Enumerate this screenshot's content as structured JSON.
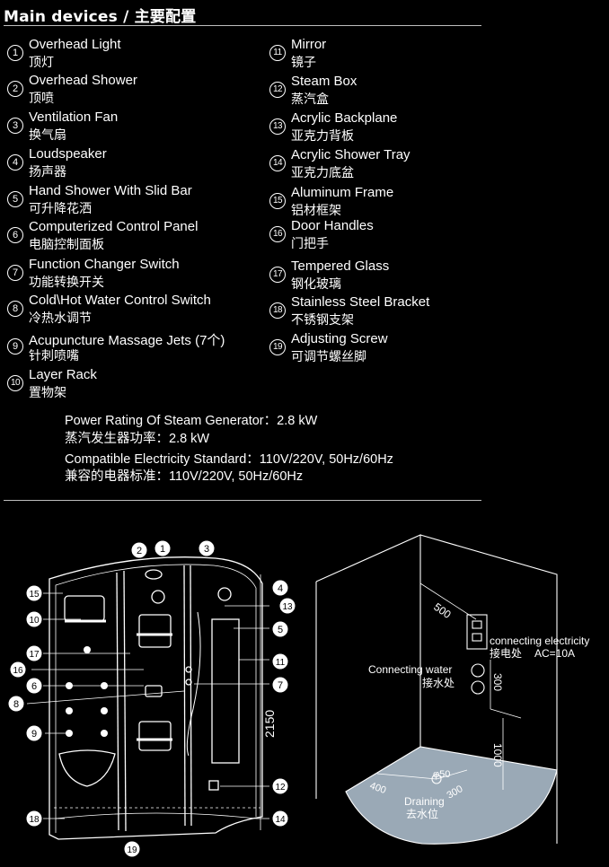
{
  "title": "Main devices / 主要配置",
  "devices": [
    {
      "num": "1",
      "en": "Overhead Light",
      "zh": "顶灯"
    },
    {
      "num": "2",
      "en": "Overhead Shower",
      "zh": "顶喷"
    },
    {
      "num": "3",
      "en": "Ventilation Fan",
      "zh": "换气扇"
    },
    {
      "num": "4",
      "en": "Loudspeaker",
      "zh": "扬声器"
    },
    {
      "num": "5",
      "en": "Hand Shower With Slid Bar",
      "zh": "可升降花洒"
    },
    {
      "num": "6",
      "en": "Computerized Control Panel",
      "zh": "电脑控制面板"
    },
    {
      "num": "7",
      "en": "Function Changer Switch",
      "zh": "功能转换开关"
    },
    {
      "num": "8",
      "en": "Cold\\Hot Water Control Switch",
      "zh": "冷热水调节"
    },
    {
      "num": "9",
      "en": "Acupuncture Massage Jets (7个)",
      "zh": "针刺喷嘴"
    },
    {
      "num": "10",
      "en": "Layer Rack",
      "zh": "置物架"
    },
    {
      "num": "11",
      "en": "Mirror",
      "zh": "镜子"
    },
    {
      "num": "12",
      "en": "Steam Box",
      "zh": "蒸汽盒"
    },
    {
      "num": "13",
      "en": "Acrylic Backplane",
      "zh": "亚克力背板"
    },
    {
      "num": "14",
      "en": "Acrylic Shower Tray",
      "zh": "亚克力底盆"
    },
    {
      "num": "15",
      "en": "Aluminum Frame",
      "zh": "铝材框架"
    },
    {
      "num": "16",
      "en": "Door Handles",
      "zh": "门把手"
    },
    {
      "num": "17",
      "en": "Tempered Glass",
      "zh": "钢化玻璃"
    },
    {
      "num": "18",
      "en": "Stainless Steel Bracket",
      "zh": "不锈钢支架"
    },
    {
      "num": "19",
      "en": "Adjusting Screw",
      "zh": "可调节螺丝脚"
    }
  ],
  "specs": {
    "power_en": "Power Rating Of Steam Generator：2.8 kW",
    "power_zh": "蒸汽发生器功率：2.8 kW",
    "voltage_en": "Compatible Electricity Standard：110V/220V, 50Hz/60Hz",
    "voltage_zh": "兼容的电器标准：110V/220V, 50Hz/60Hz"
  },
  "front_view": {
    "height_dim": "2150",
    "callouts": [
      "1",
      "2",
      "3",
      "4",
      "5",
      "6",
      "7",
      "8",
      "9",
      "10",
      "11",
      "12",
      "13",
      "14",
      "15",
      "16",
      "17",
      "18",
      "19"
    ]
  },
  "install_view": {
    "dim_500": "500",
    "dim_300_side": "300",
    "dim_1000": "1000",
    "dim_400": "400",
    "dim_300_floor": "300",
    "drain_dia": "φ50",
    "electricity_en": "connecting electricity",
    "electricity_zh": "接电处",
    "electricity_rating": "AC=10A",
    "water_en": "Connecting water",
    "water_zh": "接水处",
    "drain_en": "Draining",
    "drain_zh": "去水位"
  }
}
